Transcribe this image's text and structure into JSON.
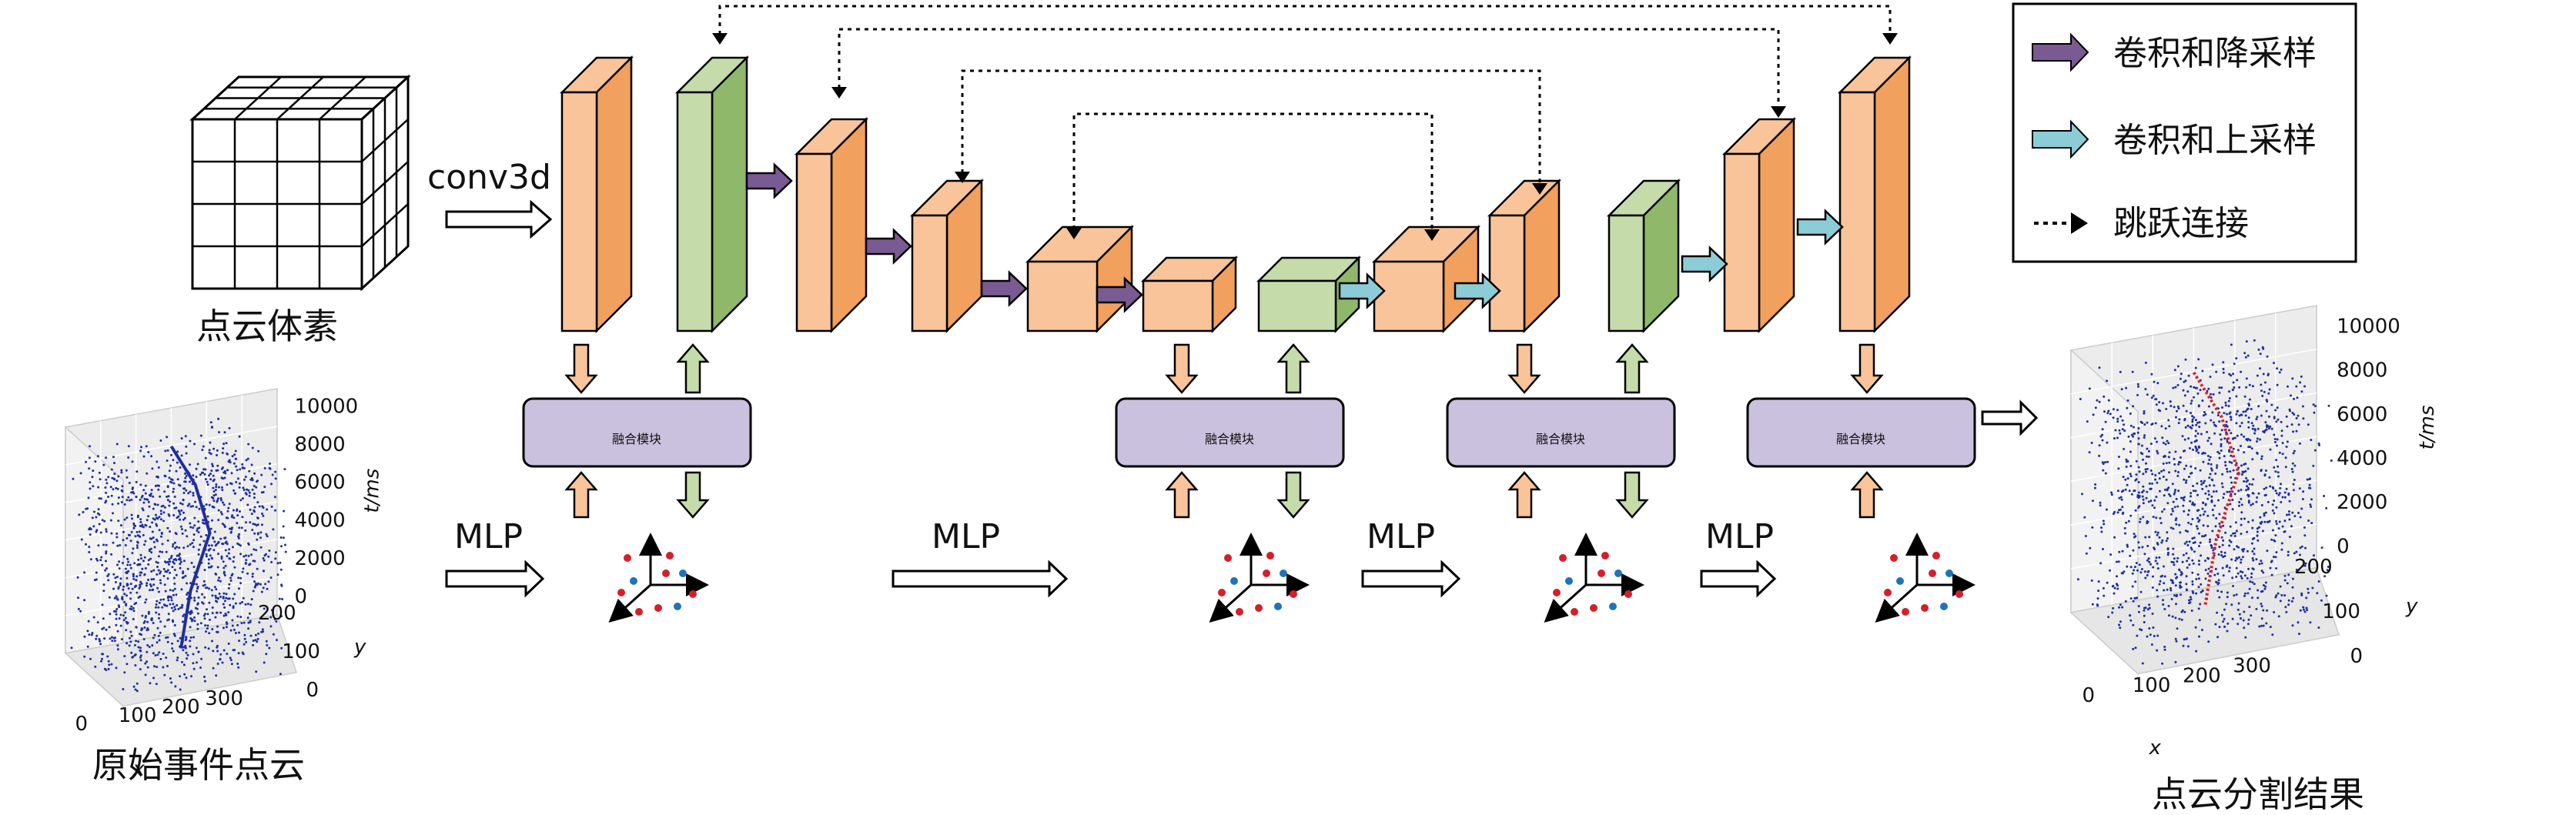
{
  "labels": {
    "voxel": "点云体素",
    "conv3d": "conv3d",
    "raw": "原始事件点云",
    "result": "点云分割结果",
    "mlp": "MLP",
    "fusion": "融合模块"
  },
  "legend": {
    "down": "卷积和降采样",
    "up": "卷积和上采样",
    "skip": "跳跃连接"
  },
  "plot_axes": {
    "z_ticks": [
      "10000",
      "8000",
      "6000",
      "4000",
      "2000",
      "0"
    ],
    "z_label": "t/ms",
    "x_ticks": [
      "0",
      "100",
      "200",
      "300"
    ],
    "x_label": "x",
    "y_ticks": [
      "0",
      "100",
      "200"
    ],
    "y_label": "y"
  },
  "colors": {
    "orange_front": "#f9c49a",
    "orange_side": "#f2a05e",
    "green_front": "#c5dcaa",
    "green_side": "#8fb86a",
    "purple_arrow": "#7a5a92",
    "cyan_arrow": "#8cccd6",
    "fusion_fill": "#c9c1dd",
    "point_blue": "#1f2e9e",
    "point_red": "#d41f2a"
  }
}
